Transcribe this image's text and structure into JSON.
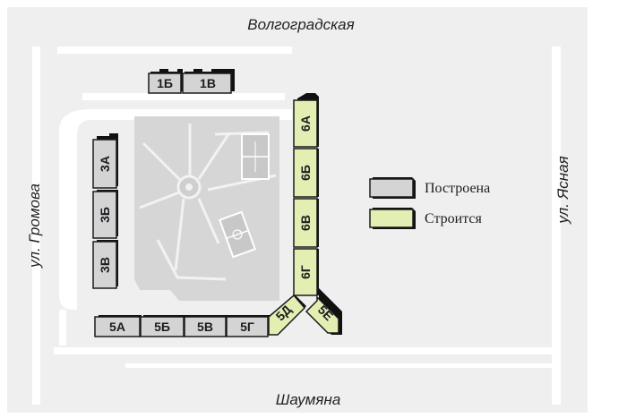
{
  "streets": {
    "north": "Волгоградская",
    "south": "Шаумяна",
    "west": "ул. Громова",
    "east": "ул. Ясная"
  },
  "legend": {
    "built": {
      "label": "Построена",
      "color": "#d4d4d4"
    },
    "building": {
      "label": "Строится",
      "color": "#e3eeb2"
    }
  },
  "buildings": {
    "b1B": {
      "label": "1Б",
      "status": "built"
    },
    "b1V": {
      "label": "1В",
      "status": "built"
    },
    "b3A": {
      "label": "3А",
      "status": "built"
    },
    "b3B": {
      "label": "3Б",
      "status": "built"
    },
    "b3V": {
      "label": "3В",
      "status": "built"
    },
    "b5A": {
      "label": "5А",
      "status": "built"
    },
    "b5B": {
      "label": "5Б",
      "status": "built"
    },
    "b5V": {
      "label": "5В",
      "status": "built"
    },
    "b5G": {
      "label": "5Г",
      "status": "built"
    },
    "b5D": {
      "label": "5Д",
      "status": "building"
    },
    "b5E": {
      "label": "5Е",
      "status": "building"
    },
    "b6A": {
      "label": "6А",
      "status": "building"
    },
    "b6B": {
      "label": "6Б",
      "status": "building"
    },
    "b6V": {
      "label": "6В",
      "status": "building"
    },
    "b6G": {
      "label": "6Г",
      "status": "building"
    }
  },
  "colors": {
    "background": "#ffffff",
    "site": "#efefef",
    "road": "#ffffff",
    "courtyard": "#d6d6d6",
    "building_built": "#d4d4d4",
    "building_building": "#e3eeb2",
    "outline": "#1b1b1b",
    "street_text": "#1f2326",
    "roof_shadow": "#111111"
  }
}
